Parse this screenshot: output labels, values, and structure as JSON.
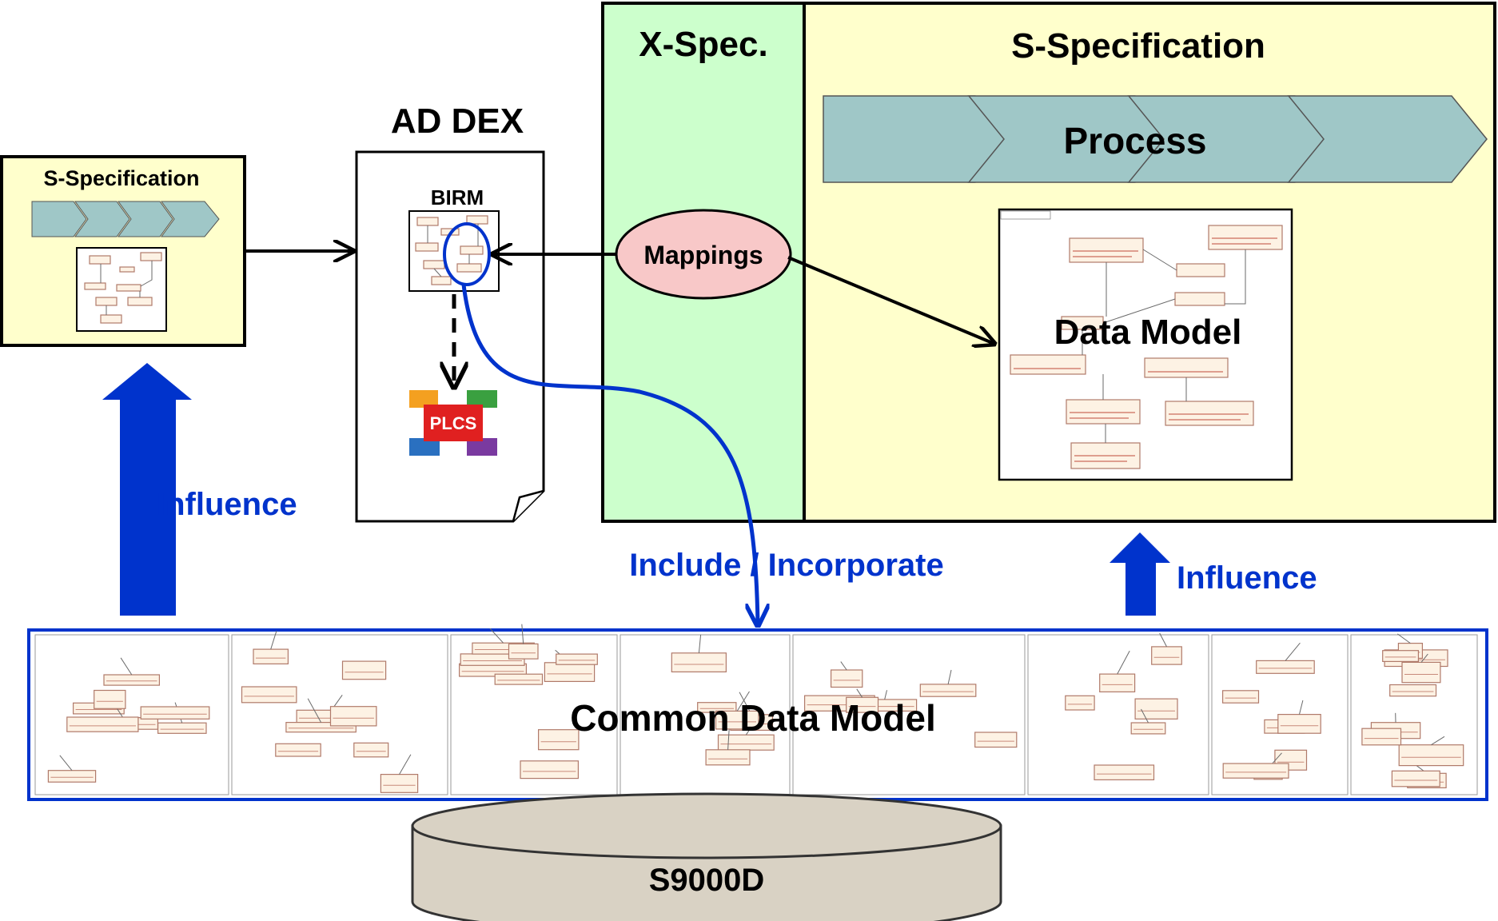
{
  "small_sspec": {
    "title": "S-Specification"
  },
  "addex": {
    "title": "AD DEX",
    "birm": "BIRM",
    "plcs": "PLCS"
  },
  "xspec": {
    "title": "X-Spec.",
    "mappings": "Mappings"
  },
  "sspec": {
    "title": "S-Specification",
    "process": "Process",
    "data_model": "Data Model"
  },
  "labels": {
    "influence_left": "Influence",
    "influence_right": "Influence",
    "include_incorporate": "Include / Incorporate"
  },
  "common": {
    "title": "Common Data Model"
  },
  "database": {
    "title": "S9000D"
  },
  "colors": {
    "pale_yellow": "#ffffcc",
    "pale_green": "#ccffcc",
    "teal": "#9fc7c7",
    "mappings_fill": "#f8c8c8",
    "blue": "#0033cc",
    "db_fill": "#d9d2c4"
  }
}
